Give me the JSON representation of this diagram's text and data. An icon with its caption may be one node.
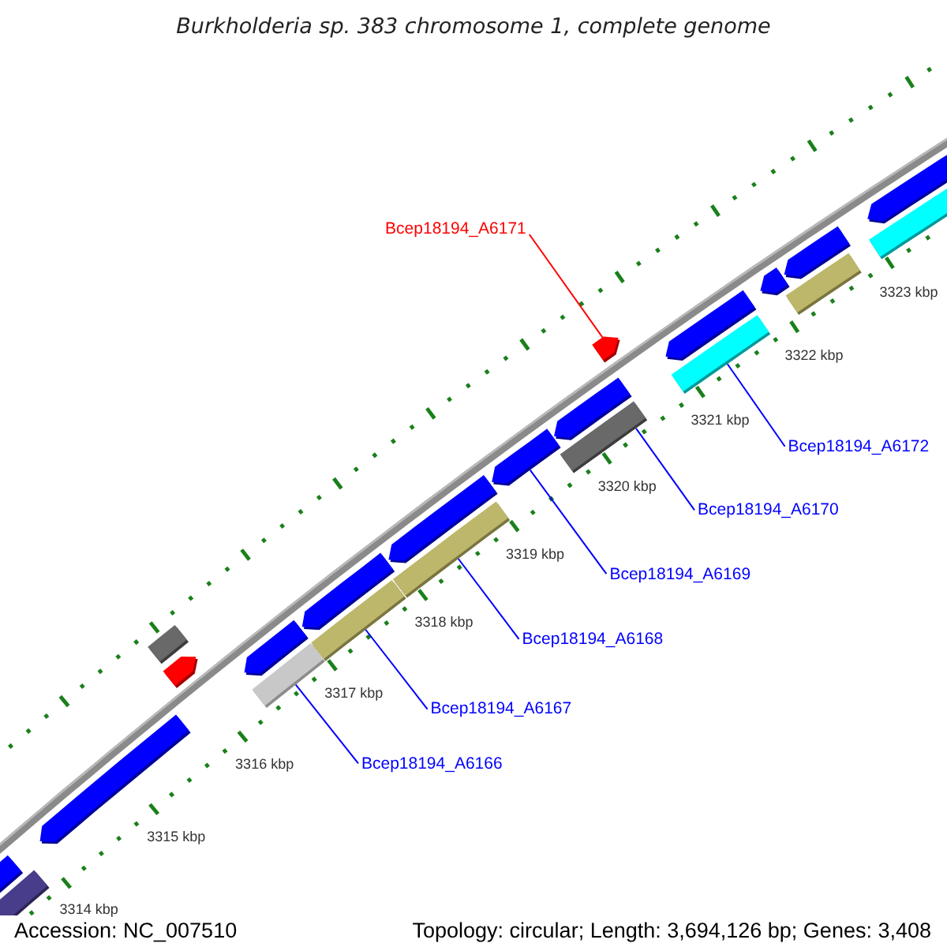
{
  "diagram": {
    "title": "Burkholderia sp. 383 chromosome 1, complete genome",
    "nodes": [
      {
        "text": [
          "Bcep18194_A6171"
        ]
      },
      {
        "text": [
          "Bcep18194_A6172"
        ]
      },
      {
        "text": [
          "Bcep18194_A6170"
        ]
      },
      {
        "text": [
          "Bcep18194_A6169"
        ]
      },
      {
        "text": [
          "Bcep18194_A6168"
        ]
      },
      {
        "text": [
          "Bcep18194_A6167"
        ]
      },
      {
        "text": [
          "Bcep18194_A6166"
        ]
      },
      {
        "text": [],
        "shape": "arrow"
      },
      {
        "text": [],
        "shape": "bar"
      },
      {
        "text": [],
        "shape": "arrow"
      },
      {
        "text": [],
        "shape": "bar"
      },
      {
        "text": [],
        "shape": "arrow"
      },
      {
        "text": [],
        "shape": "arrow"
      },
      {
        "text": [],
        "shape": "bar"
      },
      {
        "text": [],
        "shape": "arrow"
      },
      {
        "text": [],
        "shape": "bar"
      },
      {
        "text": [],
        "shape": "arrow"
      },
      {
        "text": [],
        "shape": "bar"
      },
      {
        "text": [],
        "shape": "arrow"
      },
      {
        "text": [],
        "shape": "arrow"
      },
      {
        "text": [],
        "shape": "bar"
      },
      {
        "text": [],
        "shape": "arrow"
      },
      {
        "text": [],
        "shape": "arrow"
      },
      {
        "text": [],
        "shape": "bar"
      },
      {
        "text": [],
        "shape": "arrow"
      },
      {
        "text": [],
        "shape": "arrow"
      },
      {
        "text": [],
        "shape": "bar"
      },
      {
        "text": [],
        "shape": "arrow"
      },
      {
        "text": [],
        "shape": "bar"
      }
    ],
    "edges": [
      {
        "from": 0,
        "to": 21,
        "arrow": "none",
        "color": "#ff0000"
      },
      {
        "from": 1,
        "to": 23,
        "arrow": "none"
      },
      {
        "from": 2,
        "to": 20,
        "arrow": "none"
      },
      {
        "from": 3,
        "to": 18,
        "arrow": "none"
      },
      {
        "from": 4,
        "to": 17,
        "arrow": "none"
      },
      {
        "from": 5,
        "to": 15,
        "arrow": "none"
      },
      {
        "from": 6,
        "to": 13,
        "arrow": "none"
      }
    ],
    "labels": [
      "3323 kbp",
      "3322 kbp",
      "3321 kbp",
      "3320 kbp",
      "3319 kbp",
      "3318 kbp",
      "3317 kbp",
      "3316 kbp",
      "3315 kbp",
      "3314 kbp",
      "Accession: NC_007510",
      "Topology: circular; Length: 3,694,126 bp; Genes: 3,408"
    ]
  }
}
